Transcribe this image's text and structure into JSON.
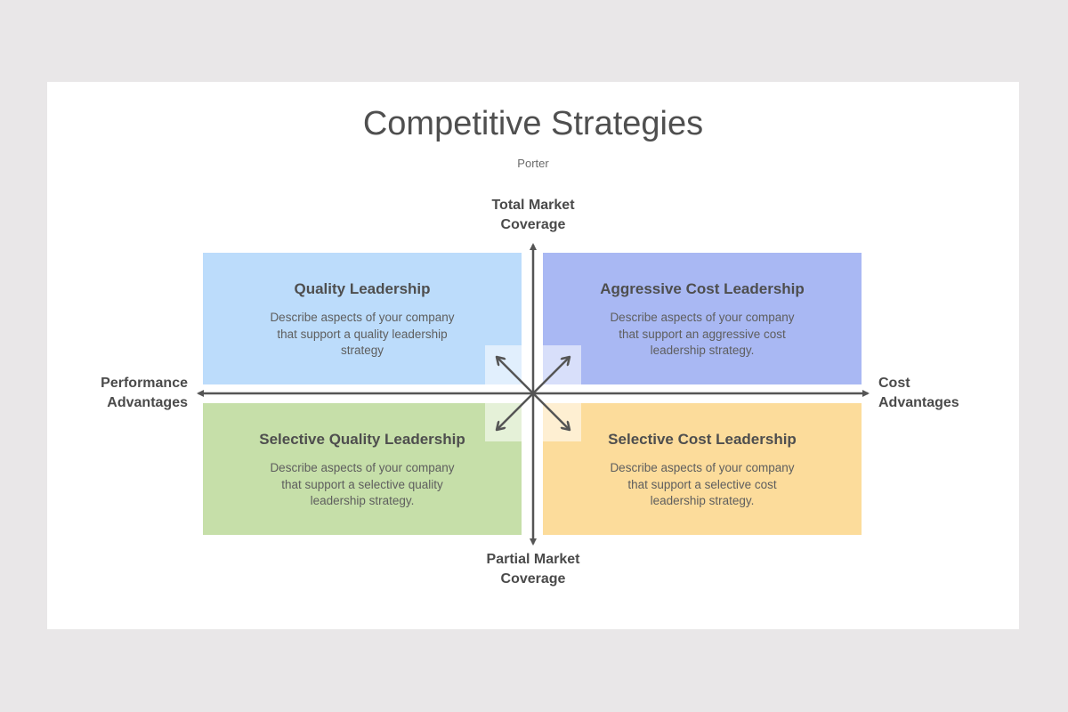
{
  "title": "Competitive Strategies",
  "subtitle": "Porter",
  "axes": {
    "top": [
      "Total Market",
      "Coverage"
    ],
    "bottom": [
      "Partial Market",
      "Coverage"
    ],
    "left": [
      "Performance",
      "Advantages"
    ],
    "right": [
      "Cost",
      "Advantages"
    ]
  },
  "quadrants": {
    "top_left": {
      "title": "Quality Leadership",
      "lines": [
        "Describe aspects of your company",
        "that support a quality leadership",
        "strategy"
      ],
      "color": "#bcdcfb"
    },
    "top_right": {
      "title": "Aggressive Cost Leadership",
      "lines": [
        "Describe aspects of your company",
        "that support an aggressive cost",
        "leadership strategy."
      ],
      "color": "#a9b8f3"
    },
    "bottom_left": {
      "title": "Selective Quality Leadership",
      "lines": [
        "Describe aspects of your company",
        "that support a selective quality",
        "leadership strategy."
      ],
      "color": "#c6dfa9"
    },
    "bottom_right": {
      "title": "Selective Cost Leadership",
      "lines": [
        "Describe aspects of your company",
        "that support a selective cost",
        "leadership strategy."
      ],
      "color": "#fcdc9b"
    }
  },
  "colors": {
    "background": "#e9e7e8",
    "slide": "#ffffff",
    "arrow": "#555555",
    "text": "#4e4e4e"
  }
}
